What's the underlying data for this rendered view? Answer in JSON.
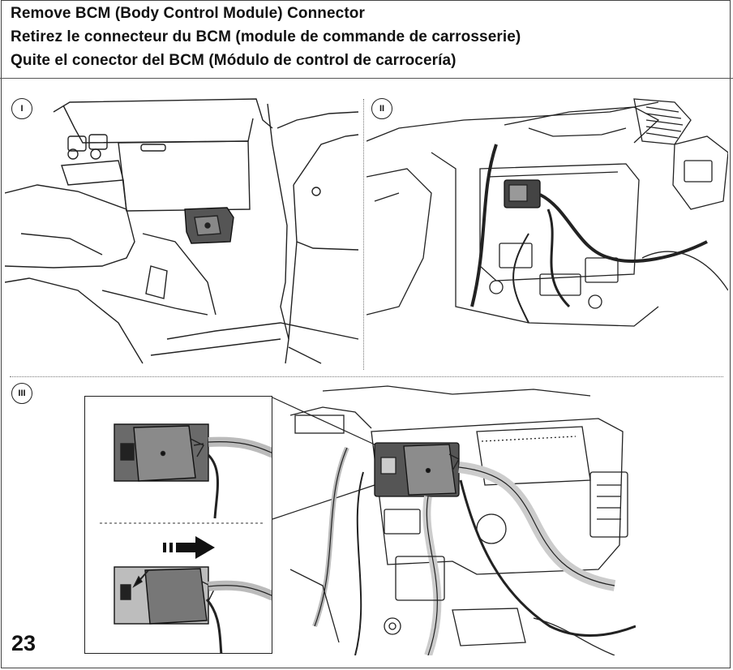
{
  "titles": {
    "en": "Remove BCM (Body Control Module) Connector",
    "fr": "Retirez le connecteur du BCM (module de commande de carrosserie)",
    "es": "Quite el conector del BCM (Módulo de control de carrocería)"
  },
  "steps": [
    {
      "label": "I"
    },
    {
      "label": "II"
    },
    {
      "label": "III"
    }
  ],
  "page_number": "23",
  "icons": {
    "pull-direction": "arrow-right-icon",
    "release-latch": "arrow-down-left-icon"
  }
}
